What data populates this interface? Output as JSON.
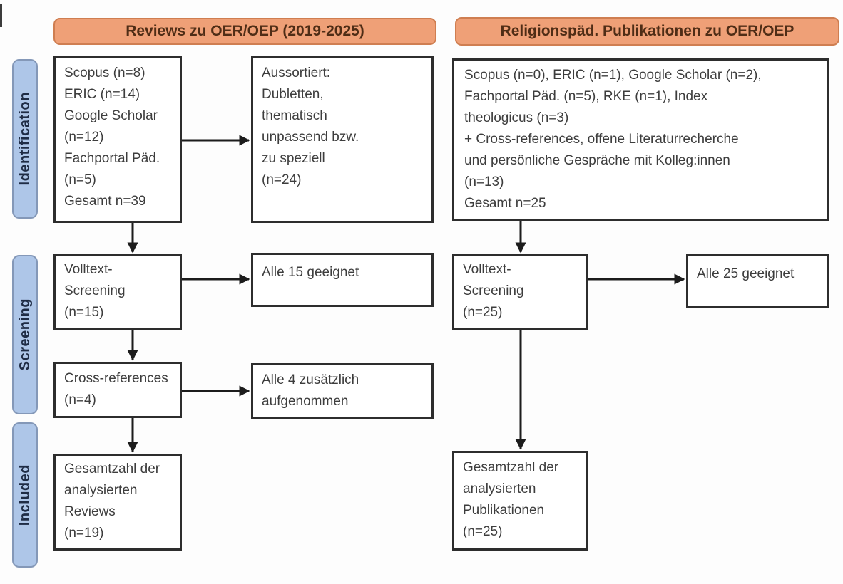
{
  "headers": {
    "left": "Reviews zu OER/OEP (2019-2025)",
    "right": "Religionspäd. Publikationen zu OER/OEP"
  },
  "stages": {
    "identification": "Identification",
    "screening": "Screening",
    "included": "Included"
  },
  "boxes": {
    "reviews_sources": "Scopus (n=8)\nERIC (n=14)\nGoogle Scholar\n(n=12)\nFachportal Päd.\n(n=5)\nGesamt n=39",
    "reviews_excluded": "Aussortiert:\nDubletten,\nthematisch\nunpassend bzw.\nzu speziell\n(n=24)",
    "reviews_fulltext": "Volltext-\nScreening\n(n=15)",
    "reviews_fulltext_result": "Alle 15 geeignet",
    "reviews_crossref": "Cross-references\n(n=4)",
    "reviews_crossref_result": "Alle 4 zusätzlich\naufgenommen",
    "reviews_included": "Gesamtzahl der\nanalysierten\nReviews\n(n=19)",
    "pubs_sources": "Scopus (n=0), ERIC (n=1), Google Scholar (n=2),\nFachportal Päd. (n=5), RKE (n=1), Index\ntheologicus (n=3)\n+ Cross-references, offene Literaturrecherche\nund persönliche Gespräche mit Kolleg:innen\n(n=13)\nGesamt n=25",
    "pubs_fulltext": "Volltext-\nScreening\n(n=25)",
    "pubs_fulltext_result": "Alle 25 geeignet",
    "pubs_included": "Gesamtzahl der\nanalysierten\nPublikationen\n(n=25)"
  },
  "colors": {
    "header_fill": "#efa077",
    "header_border": "#cf7e51",
    "header_text": "#4f2d16",
    "stage_fill": "#aec6e8",
    "stage_border": "#8498b8",
    "stage_text": "#1f2c45",
    "box_border": "#2d2d2d",
    "box_text": "#3d3d3d",
    "arrow": "#1c1c1c"
  }
}
